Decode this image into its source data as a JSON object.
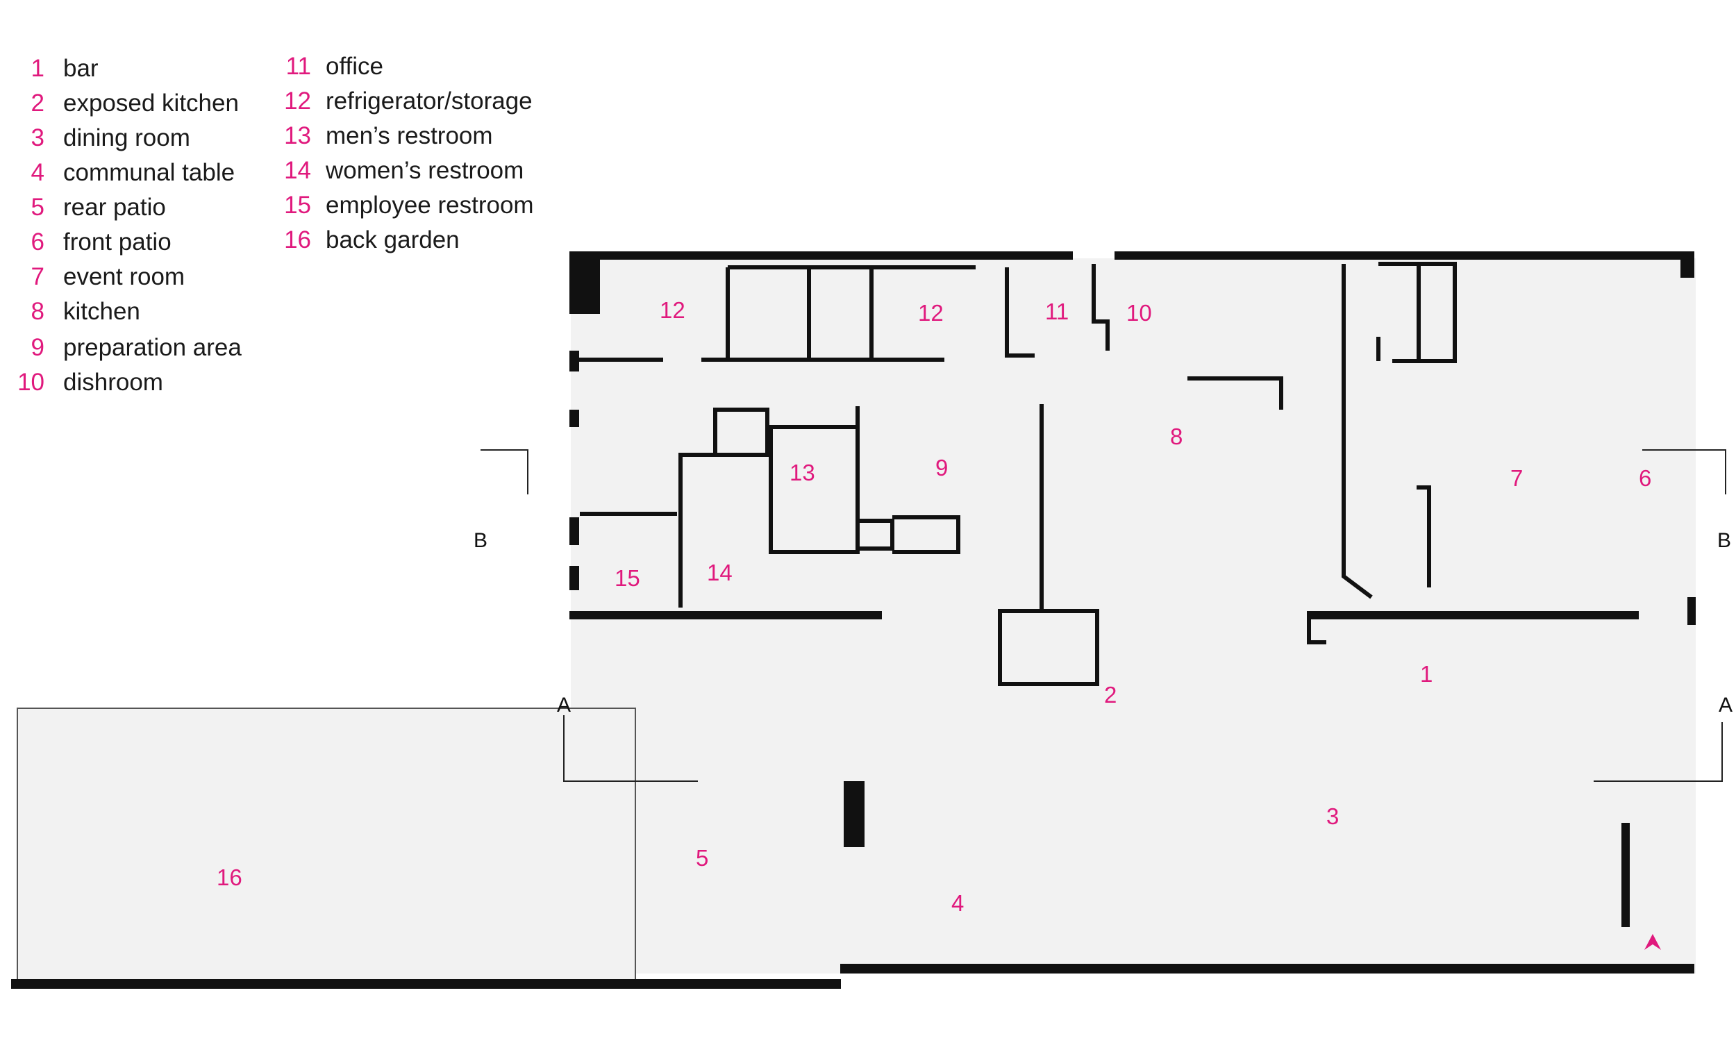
{
  "legend": {
    "items": [
      {
        "num": "1",
        "label": "bar"
      },
      {
        "num": "2",
        "label": "exposed kitchen"
      },
      {
        "num": "3",
        "label": "dining room"
      },
      {
        "num": "4",
        "label": "communal table"
      },
      {
        "num": "5",
        "label": "rear patio"
      },
      {
        "num": "6",
        "label": "front patio"
      },
      {
        "num": "7",
        "label": "event room"
      },
      {
        "num": "8",
        "label": "kitchen"
      },
      {
        "num": "9",
        "label": "preparation area"
      },
      {
        "num": "10",
        "label": "dishroom"
      },
      {
        "num": "11",
        "label": "office"
      },
      {
        "num": "12",
        "label": "refrigerator/storage"
      },
      {
        "num": "13",
        "label": "men’s restroom"
      },
      {
        "num": "14",
        "label": "women’s restroom"
      },
      {
        "num": "15",
        "label": "employee restroom"
      },
      {
        "num": "16",
        "label": "back garden"
      }
    ]
  },
  "plan": {
    "room_labels": [
      "12",
      "12",
      "11",
      "10",
      "13",
      "9",
      "8",
      "7",
      "6",
      "15",
      "14",
      "1",
      "2",
      "3",
      "5",
      "4",
      "16"
    ],
    "section_markers": [
      "B",
      "B",
      "A",
      "A"
    ]
  },
  "colors": {
    "accent": "#e0197d",
    "wall": "#111111",
    "floor": "#f2f2f2",
    "line": "#333333"
  }
}
